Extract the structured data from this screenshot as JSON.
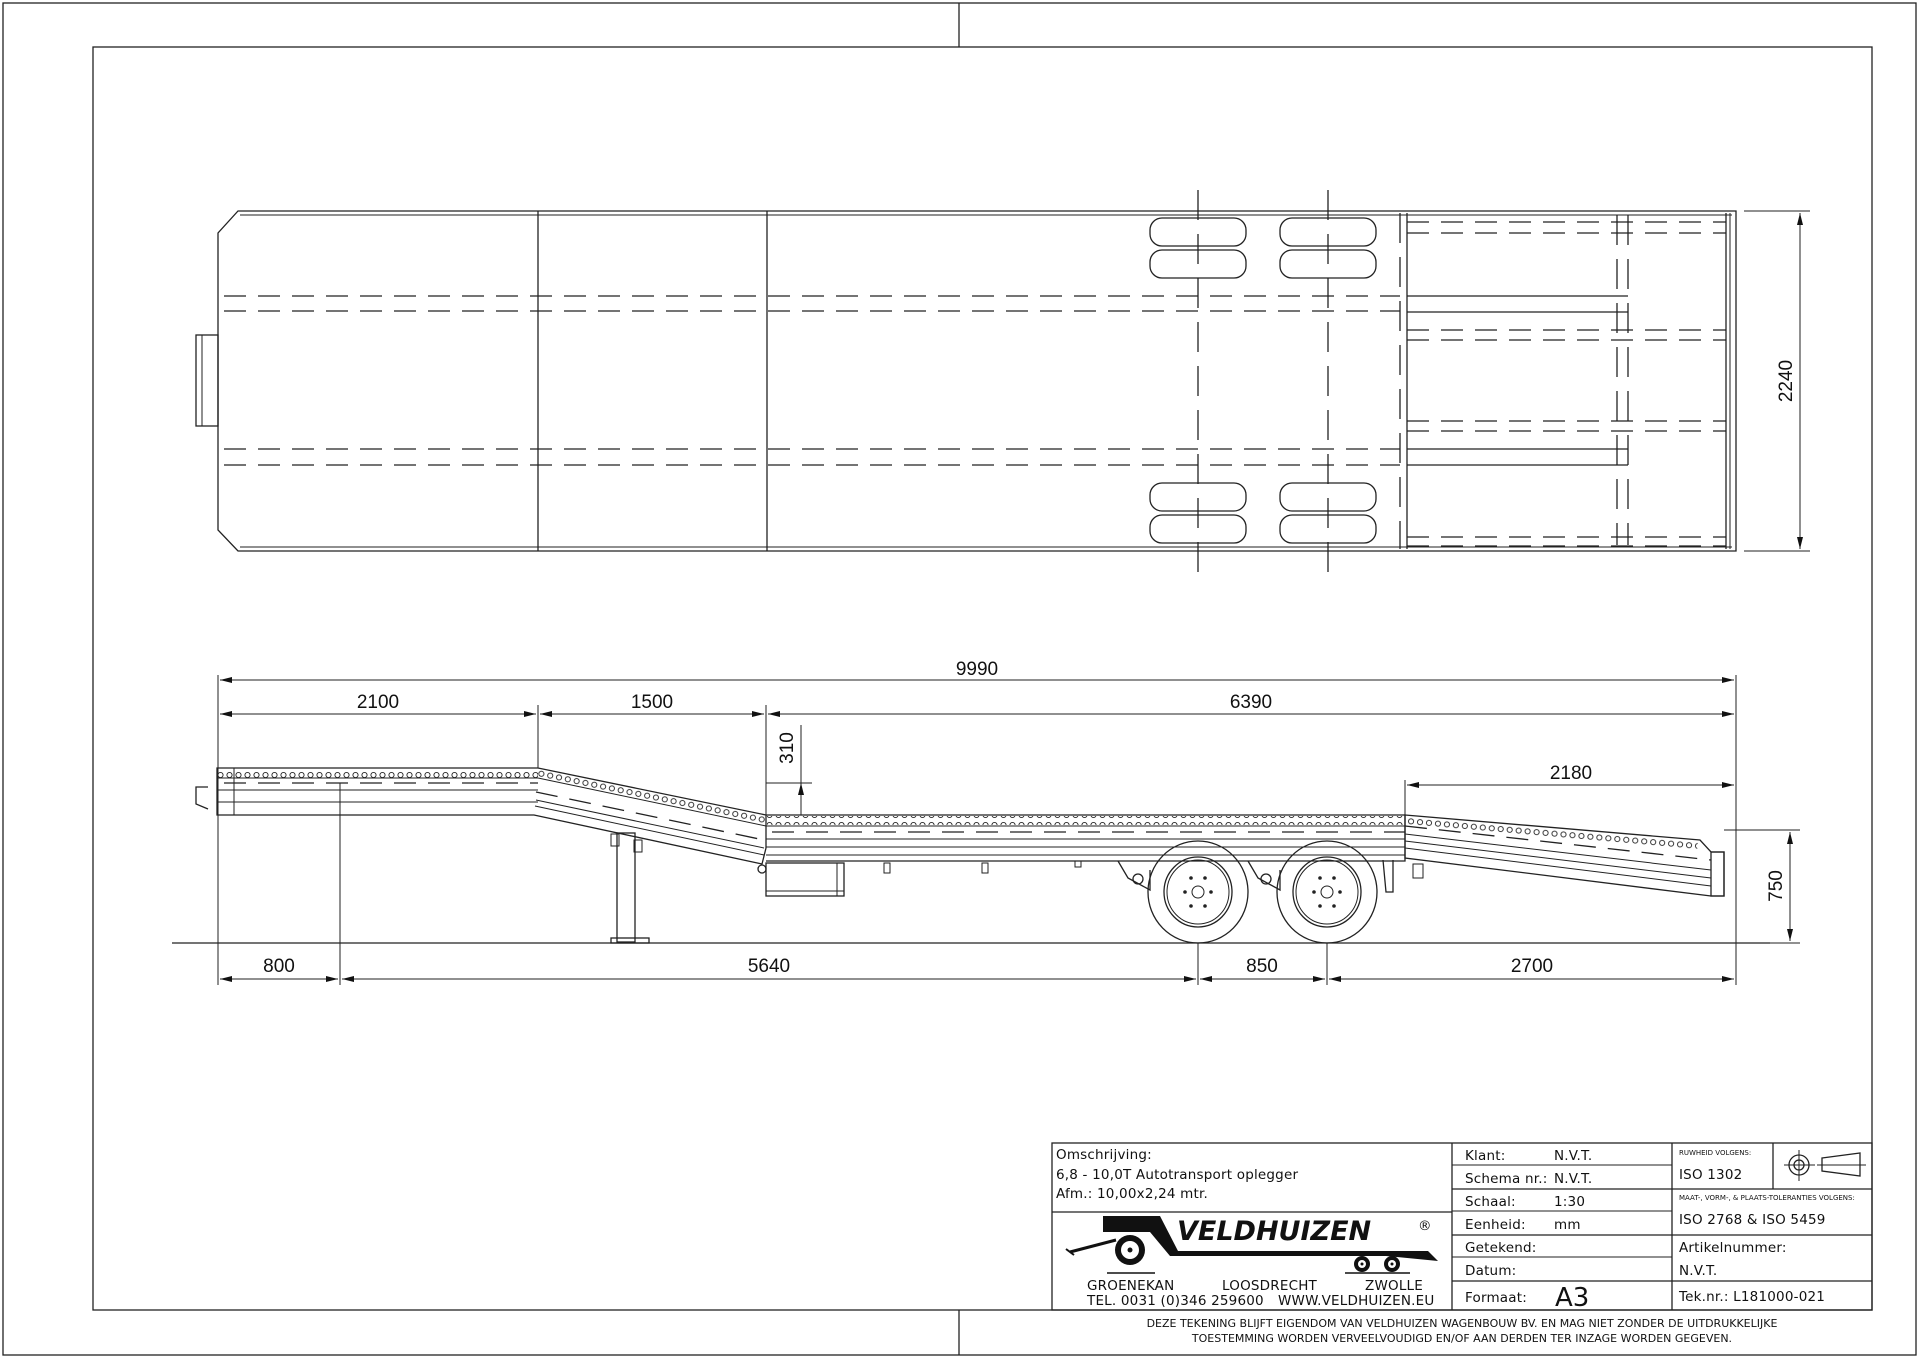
{
  "drawing": {
    "title": "6,8 - 10,0T Autotransport oplegger",
    "dimensions": {
      "overall_length": "9990",
      "gooseneck_length": "2100",
      "slope_length": "1500",
      "deck_length": "6390",
      "step_height": "310",
      "ramp_length": "2180",
      "deck_height": "750",
      "width": "2240",
      "hitch_offset": "800",
      "kingpin_to_axle": "5640",
      "axle_spacing": "850",
      "rear_overhang": "2700"
    }
  },
  "title_block": {
    "description_label": "Omschrijving:",
    "description_line1": "6,8 - 10,0T Autotransport oplegger",
    "description_line2": "Afm.: 10,00x2,24 mtr.",
    "logo": {
      "brand": "VELDHUIZEN",
      "registered": "®",
      "locations": [
        "GROENEKAN",
        "LOOSDRECHT",
        "ZWOLLE"
      ],
      "phone": "TEL. 0031 (0)346 259600",
      "website": "WWW.VELDHUIZEN.EU"
    },
    "fields": [
      {
        "label": "Klant:",
        "value": "N.V.T."
      },
      {
        "label": "Schema nr.:",
        "value": "N.V.T."
      },
      {
        "label": "Schaal:",
        "value": "1:30"
      },
      {
        "label": "Eenheid:",
        "value": "mm"
      },
      {
        "label": "Getekend:",
        "value": ""
      },
      {
        "label": "Datum:",
        "value": ""
      },
      {
        "label": "Formaat:",
        "value": "A3"
      }
    ],
    "roughness_label": "RUWHEID VOLGENS:",
    "roughness_value": "ISO 1302",
    "tolerance_label": "MAAT-, VORM-, & PLAATS-TOLERANTIES VOLGENS:",
    "tolerance_value": "ISO 2768 & ISO 5459",
    "article_label": "Artikelnummer:",
    "article_value": "N.V.T.",
    "drawing_number": "Tek.nr.: L181000-021",
    "projection_symbol": "first-angle-projection-icon"
  },
  "disclaimer": {
    "line1": "DEZE TEKENING BLIJFT EIGENDOM VAN VELDHUIZEN WAGENBOUW BV. EN MAG NIET ZONDER DE UITDRUKKELIJKE",
    "line2": "TOESTEMMING WORDEN VERVEELVOUDIGD EN/OF AAN DERDEN TER INZAGE WORDEN GEGEVEN."
  },
  "colors": {
    "line": "#222222",
    "paper": "#ffffff"
  }
}
